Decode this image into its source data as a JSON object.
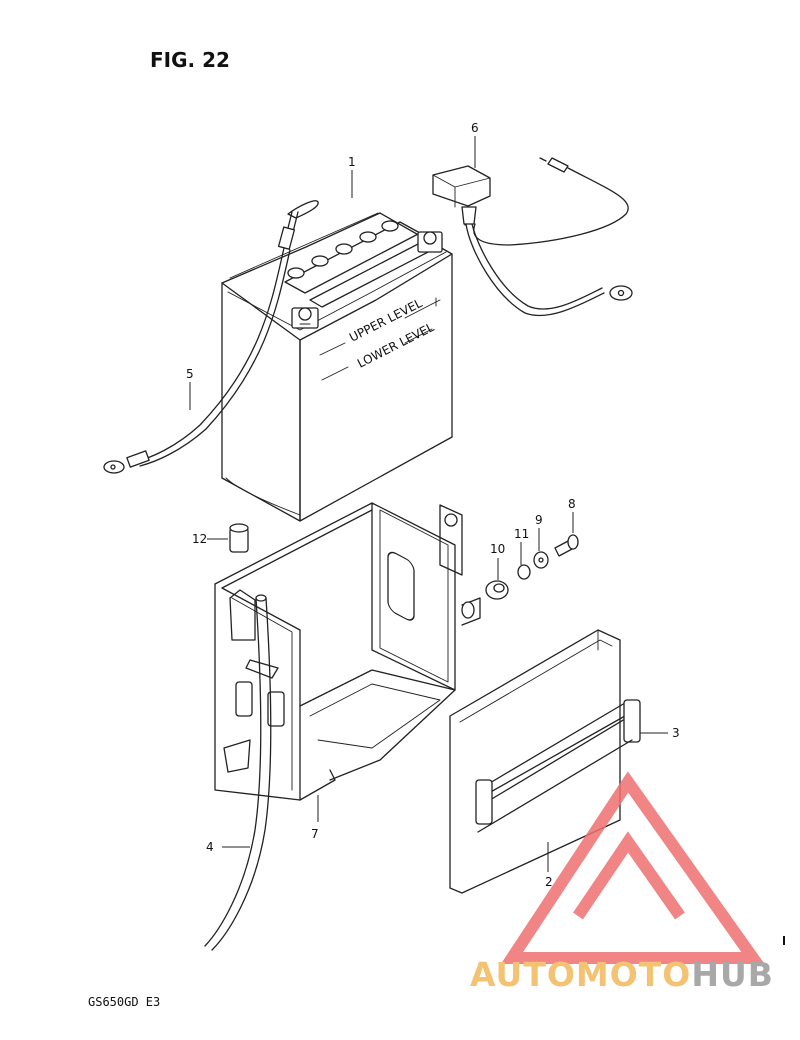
{
  "figure": {
    "title": "FIG. 22",
    "model_code": "GS650GD E3"
  },
  "battery_labels": {
    "upper": "UPPER LEVEL",
    "lower": "LOWER LEVEL"
  },
  "callouts": [
    {
      "id": "1",
      "part": "battery"
    },
    {
      "id": "2",
      "part": "battery cover"
    },
    {
      "id": "3",
      "part": "cover strap"
    },
    {
      "id": "4",
      "part": "breather hose"
    },
    {
      "id": "5",
      "part": "battery cable"
    },
    {
      "id": "6",
      "part": "starter relay cable"
    },
    {
      "id": "7",
      "part": "battery holder"
    },
    {
      "id": "8",
      "part": "bolt"
    },
    {
      "id": "9",
      "part": "washer"
    },
    {
      "id": "10",
      "part": "cushion"
    },
    {
      "id": "11",
      "part": "spacer"
    },
    {
      "id": "12",
      "part": "cap"
    }
  ],
  "watermark": {
    "text_auto": "AUTO",
    "text_moto": "MOTO",
    "text_hub": "HUB",
    "color_auto": "#f1b85a",
    "color_moto": "#f1b85a",
    "color_hub": "#9a9a9a",
    "color_triangle": "#ef6f6f"
  }
}
